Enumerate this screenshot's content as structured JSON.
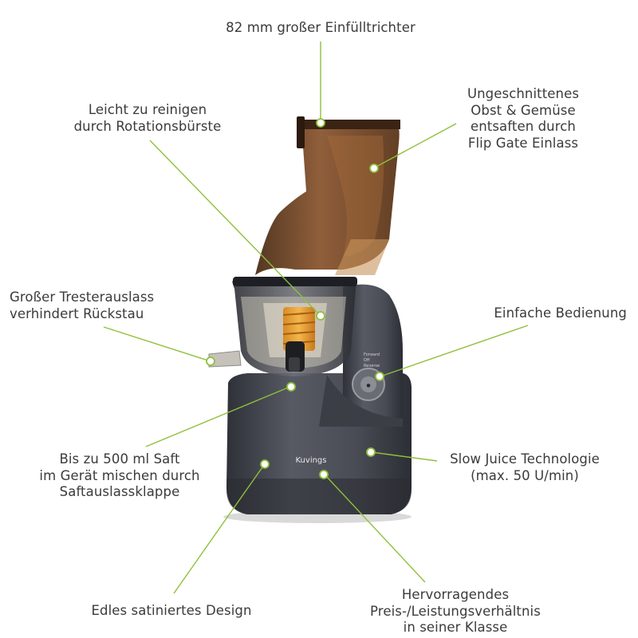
{
  "brand": {
    "logo_text": "Kuvings"
  },
  "control_panel": {
    "labels": [
      "Forward",
      "Off",
      "Reverse"
    ]
  },
  "colors": {
    "callout_green": "#8fc03a",
    "body": "#4a4c55",
    "chute_brown": "#7a4a26"
  },
  "callouts": [
    {
      "id": "hopper",
      "lines": [
        "82 mm großer Einfülltrichter"
      ]
    },
    {
      "id": "brush",
      "lines": [
        "Leicht zu reinigen",
        "durch Rotationsbürste"
      ]
    },
    {
      "id": "flipgate",
      "lines": [
        "Ungeschnittenes",
        "Obst & Gemüse",
        "entsaften durch",
        "Flip Gate Einlass"
      ]
    },
    {
      "id": "pulp",
      "lines": [
        "Großer Tresterauslass",
        "verhindert Rückstau"
      ]
    },
    {
      "id": "controls",
      "lines": [
        "Einfache Bedienung"
      ]
    },
    {
      "id": "mixing",
      "lines": [
        "Bis zu 500 ml Saft",
        "im Gerät mischen durch",
        "Saftauslassklappe"
      ]
    },
    {
      "id": "slow",
      "lines": [
        "Slow Juice Technologie",
        "(max. 50 U/min)"
      ]
    },
    {
      "id": "design",
      "lines": [
        "Edles satiniertes Design"
      ]
    },
    {
      "id": "price",
      "lines": [
        "Hervorragendes",
        "Preis-/Leistungsverhältnis",
        "in seiner Klasse"
      ]
    }
  ]
}
